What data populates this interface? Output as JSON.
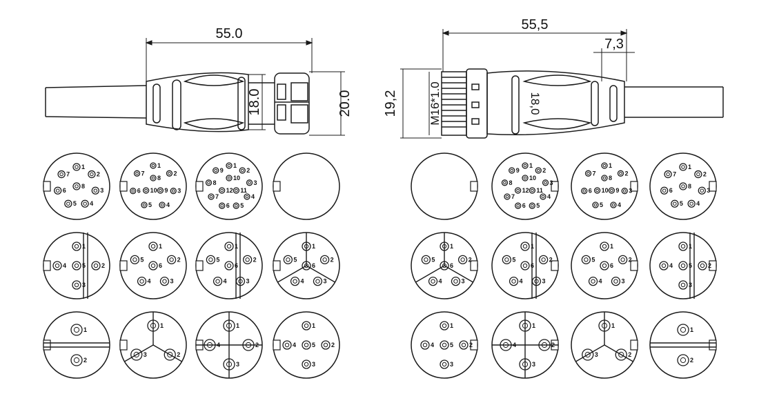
{
  "dimensions": {
    "left_length": "55.0",
    "left_body_dia": "18.0",
    "left_nut_dia": "20.0",
    "right_length": "55,5",
    "right_thread_len": "7,3",
    "right_total_dia": "19,2",
    "right_thread": "M16*1.0",
    "right_body_dia": "18,0"
  },
  "colors": {
    "stroke": "#1a1a1a",
    "background": "#ffffff"
  },
  "left_faces": [
    [
      {
        "style": "pins",
        "pins": [
          {
            "label": "1"
          },
          {
            "label": "2"
          },
          {
            "label": "3"
          },
          {
            "label": "4"
          },
          {
            "label": "5"
          },
          {
            "label": "6"
          },
          {
            "label": "7"
          },
          {
            "label": "8"
          }
        ]
      },
      {
        "style": "pins",
        "pins": [
          {
            "label": "1"
          },
          {
            "label": "2"
          },
          {
            "label": "3"
          },
          {
            "label": "4"
          },
          {
            "label": "5"
          },
          {
            "label": "6"
          },
          {
            "label": "7"
          },
          {
            "label": "8"
          },
          {
            "label": "9"
          },
          {
            "label": "10"
          }
        ]
      },
      {
        "style": "pins",
        "pins": [
          {
            "label": "1"
          },
          {
            "label": "2"
          },
          {
            "label": "3"
          },
          {
            "label": "4"
          },
          {
            "label": "5"
          },
          {
            "label": "6"
          },
          {
            "label": "7"
          },
          {
            "label": "8"
          },
          {
            "label": "9"
          },
          {
            "label": "10"
          },
          {
            "label": "11"
          },
          {
            "label": "12"
          }
        ]
      },
      {
        "style": "blank",
        "pins": []
      }
    ],
    [
      {
        "style": "split-v",
        "pins": [
          {
            "label": "1"
          },
          {
            "label": "2"
          },
          {
            "label": "3"
          },
          {
            "label": "4"
          },
          {
            "label": "5"
          }
        ]
      },
      {
        "style": "pins",
        "pins": [
          {
            "label": "1"
          },
          {
            "label": "2"
          },
          {
            "label": "3"
          },
          {
            "label": "4"
          },
          {
            "label": "5"
          },
          {
            "label": "6"
          }
        ]
      },
      {
        "style": "split-v",
        "pins": [
          {
            "label": "1"
          },
          {
            "label": "2"
          },
          {
            "label": "3"
          },
          {
            "label": "4"
          },
          {
            "label": "5"
          },
          {
            "label": "6"
          }
        ]
      },
      {
        "style": "y-split",
        "pins": [
          {
            "label": "1"
          },
          {
            "label": "2"
          },
          {
            "label": "3"
          },
          {
            "label": "4"
          },
          {
            "label": "5"
          },
          {
            "label": "6"
          }
        ]
      }
    ],
    [
      {
        "style": "split-h",
        "pins": [
          {
            "label": "1"
          },
          {
            "label": "2"
          }
        ]
      },
      {
        "style": "y-split",
        "pins": [
          {
            "label": "1"
          },
          {
            "label": "2"
          },
          {
            "label": "3"
          }
        ]
      },
      {
        "style": "cross",
        "pins": [
          {
            "label": "1"
          },
          {
            "label": "2"
          },
          {
            "label": "3"
          },
          {
            "label": "4"
          }
        ]
      },
      {
        "style": "pins",
        "pins": [
          {
            "label": "1"
          },
          {
            "label": "2"
          },
          {
            "label": "3"
          },
          {
            "label": "4"
          },
          {
            "label": "5"
          }
        ]
      }
    ]
  ],
  "right_faces": [
    [
      {
        "style": "blank",
        "pins": []
      },
      {
        "style": "pins",
        "pins": [
          {
            "label": "1"
          },
          {
            "label": "2"
          },
          {
            "label": "3"
          },
          {
            "label": "4"
          },
          {
            "label": "5"
          },
          {
            "label": "6"
          },
          {
            "label": "7"
          },
          {
            "label": "8"
          },
          {
            "label": "9"
          },
          {
            "label": "10"
          },
          {
            "label": "11"
          },
          {
            "label": "12"
          }
        ]
      },
      {
        "style": "pins",
        "pins": [
          {
            "label": "1"
          },
          {
            "label": "2"
          },
          {
            "label": "3"
          },
          {
            "label": "4"
          },
          {
            "label": "5"
          },
          {
            "label": "6"
          },
          {
            "label": "7"
          },
          {
            "label": "8"
          },
          {
            "label": "9"
          },
          {
            "label": "10"
          }
        ]
      },
      {
        "style": "pins",
        "pins": [
          {
            "label": "1"
          },
          {
            "label": "2"
          },
          {
            "label": "3"
          },
          {
            "label": "4"
          },
          {
            "label": "5"
          },
          {
            "label": "6"
          },
          {
            "label": "7"
          },
          {
            "label": "8"
          }
        ]
      }
    ],
    [
      {
        "style": "y-split",
        "pins": [
          {
            "label": "1"
          },
          {
            "label": "2"
          },
          {
            "label": "3"
          },
          {
            "label": "4"
          },
          {
            "label": "5"
          },
          {
            "label": "6"
          }
        ]
      },
      {
        "style": "split-v",
        "pins": [
          {
            "label": "1"
          },
          {
            "label": "2"
          },
          {
            "label": "3"
          },
          {
            "label": "4"
          },
          {
            "label": "5"
          },
          {
            "label": "6"
          }
        ]
      },
      {
        "style": "pins",
        "pins": [
          {
            "label": "1"
          },
          {
            "label": "2"
          },
          {
            "label": "3"
          },
          {
            "label": "4"
          },
          {
            "label": "5"
          },
          {
            "label": "6"
          }
        ]
      },
      {
        "style": "split-v",
        "pins": [
          {
            "label": "1"
          },
          {
            "label": "2"
          },
          {
            "label": "3"
          },
          {
            "label": "4"
          },
          {
            "label": "5"
          }
        ]
      }
    ],
    [
      {
        "style": "pins",
        "pins": [
          {
            "label": "1"
          },
          {
            "label": "2"
          },
          {
            "label": "3"
          },
          {
            "label": "4"
          },
          {
            "label": "5"
          }
        ]
      },
      {
        "style": "cross",
        "pins": [
          {
            "label": "1"
          },
          {
            "label": "2"
          },
          {
            "label": "3"
          },
          {
            "label": "4"
          }
        ]
      },
      {
        "style": "y-split",
        "pins": [
          {
            "label": "1"
          },
          {
            "label": "2"
          },
          {
            "label": "3"
          }
        ]
      },
      {
        "style": "split-h",
        "pins": [
          {
            "label": "1"
          },
          {
            "label": "2"
          }
        ]
      }
    ]
  ]
}
